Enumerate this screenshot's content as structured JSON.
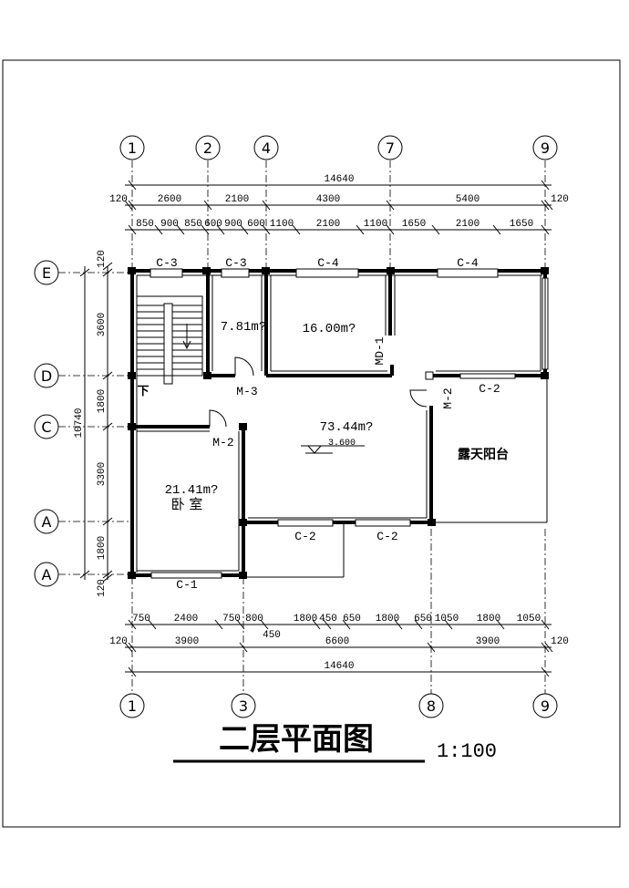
{
  "drawing": {
    "title": "二层平面图",
    "scale": "1:100"
  },
  "top_axes": [
    "1",
    "2",
    "4",
    "7",
    "9"
  ],
  "bottom_axes": [
    "1",
    "3",
    "8",
    "9"
  ],
  "left_axes": [
    "E",
    "D",
    "C",
    "A",
    "A"
  ],
  "dims_top": {
    "total": "14640",
    "row1": [
      "120",
      "2600",
      "2100",
      "4300",
      "5400",
      "120"
    ],
    "row2": [
      "850",
      "900",
      "850",
      "600",
      "900",
      "600",
      "1100",
      "2100",
      "1100",
      "1650",
      "2100",
      "1650"
    ]
  },
  "dims_bottom": {
    "row1": [
      "750",
      "2400",
      "750",
      "800",
      "1800",
      "450",
      "650",
      "1800",
      "650",
      "1050",
      "1800",
      "1050"
    ],
    "extra": "450",
    "row2": [
      "120",
      "3900",
      "6600",
      "3900",
      "120"
    ],
    "total": "14640"
  },
  "dims_left": {
    "total": "10740",
    "segments": [
      "120",
      "3600",
      "1800",
      "3300",
      "1800",
      "120"
    ]
  },
  "windows": [
    "C-3",
    "C-3",
    "C-4",
    "C-4",
    "C-2",
    "C-2",
    "C-2",
    "C-1"
  ],
  "doors": [
    "M-3",
    "M-2",
    "M-2",
    "MD-1"
  ],
  "rooms": {
    "r1": "7.81m?",
    "r2": "16.00m?",
    "r3": "73.44m?",
    "r4": "21.41m?",
    "bedroom": "卧 室",
    "terrace": "露天阳台",
    "stair_down": "下"
  },
  "level": "3.600"
}
